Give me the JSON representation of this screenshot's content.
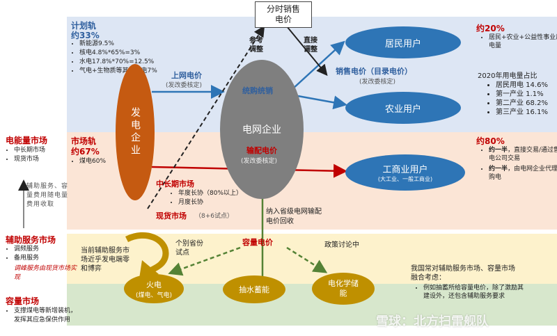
{
  "left": {
    "energy_market": {
      "title": "电能量市场",
      "items": [
        "中长期市场",
        "现货市场"
      ]
    },
    "aux_note": "辅助服务、容量费用随电量费用收取",
    "aux_market": {
      "title": "辅助服务市场",
      "items": [
        "调频服务",
        "备用服务"
      ],
      "italic_item": "调峰服务由现货市场实现"
    },
    "capacity_market": {
      "title": "容量市场",
      "items": [
        "支撑煤电等新增装机，发挥其应急保供作用"
      ]
    }
  },
  "planned": {
    "title": "计划轨",
    "pct": "约33%",
    "items": [
      "新能源9.5%",
      "核电4.8%*65%=3%",
      "水电17.8%*70%=12.5%",
      "气电+生物质等其他火电7%"
    ]
  },
  "market_track": {
    "title": "市场轨",
    "pct": "约67%",
    "items": [
      "煤电60%"
    ]
  },
  "nodes": {
    "gen": "发电企业",
    "grid": "电网企业",
    "resident": "居民用户",
    "agri": "农业用户",
    "ci": "工商业用户",
    "ci_sub": "(大工业、一般工商业)",
    "thermal": "火电",
    "thermal_sub": "(煤电、气电)",
    "pumped": "抽水蓄能",
    "echem": "电化学储能",
    "tou": "分时销售电价"
  },
  "labels": {
    "grid_price": "上网电价",
    "grid_price_sub": "(发改委核定)",
    "unified": "统购统销",
    "ref_adjust": "参考调整",
    "direct_adjust": "直接调整",
    "retail_price": "销售电价（目录电价）",
    "retail_price_sub": "(发改委核定)",
    "transmission_price": "输配电价",
    "transmission_sub": "(发改委核定)",
    "mid_long": "中长期市场",
    "mid_long_items": [
      "年度长协（80%以上）",
      "月度长协"
    ],
    "spot": "现货市场",
    "spot_note": "（8+6试点）",
    "provincial": "纳入省级电网输配电价回收",
    "capacity_price": "容量电价",
    "aux_near": "当前辅助服务市场近乎发电端零和博弈",
    "pilot": "个别省份试点",
    "policy": "政策讨论中"
  },
  "right": {
    "top_pct": "约20%",
    "top_items": [
      "居民+农业+公益性事业用电量"
    ],
    "year_title": "2020年用电量占比",
    "year_items": [
      "居民用电 14.6%",
      "第一产业 1.1%",
      "第二产业 68.2%",
      "第三产业 16.1%"
    ],
    "bottom_pct": "约80%",
    "half1_bold": "约一半",
    "half1": "，直接交易/通过售电公司交易",
    "half2_bold": "约一半",
    "half2": "，由电网企业代理购电",
    "fusion_title": "我国常对辅助服务市场、容量市场融合考虑：",
    "fusion_items": [
      "例如抽蓄所给容量电价，除了激励其建设外，还包含辅助服务要求"
    ]
  },
  "watermark": "雪球：北方扫雷舰队",
  "colors": {
    "blue_band": "#dde6f4",
    "orange_band": "#fbe5d6",
    "yellow_band": "#fdf2cc",
    "green_band": "#d7e7cc",
    "gen": "#c55a11",
    "grid": "#7f7f7f",
    "user": "#2e75b6",
    "storage": "#bf9000",
    "red": "#c00000"
  }
}
